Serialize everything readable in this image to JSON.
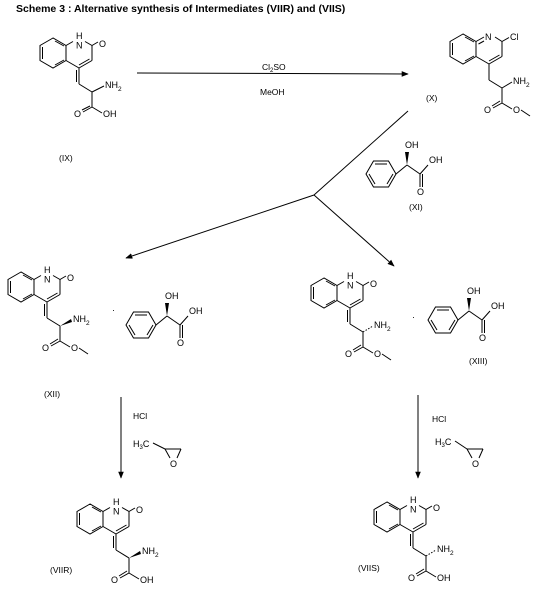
{
  "title": "Scheme 3 :  Alternative synthesis of Intermediates (VIIR) and (VIIS)",
  "compounds": [
    {
      "id": "IX",
      "label": "(IX)"
    },
    {
      "id": "X",
      "label": "(X)"
    },
    {
      "id": "XI",
      "label": "(XI)"
    },
    {
      "id": "XII",
      "label": "(XII)"
    },
    {
      "id": "XIII",
      "label": "(XIII)"
    },
    {
      "id": "VIIR",
      "label": "(VIIR)"
    },
    {
      "id": "VIIS",
      "label": "(VIIS)"
    }
  ],
  "atom_labels": {
    "nh": "H",
    "n": "N",
    "o": "O",
    "cl": "Cl",
    "nh2": "NH",
    "nh2_sub": "2",
    "oh": "OH",
    "h": "H",
    "ch3": "CH",
    "ch3_sub": "3",
    "dot": "·",
    "ch3_sub_3": "3"
  },
  "reagents": {
    "step1_top": "Cl",
    "step1_top_sub": "2",
    "step1_top_rest": "SO",
    "step1_bottom": "MeOH",
    "hcl_left": "HCl",
    "hcl_right": "HCl",
    "epox_h": "H",
    "epox_c": "C",
    "epox_sub": "3"
  }
}
